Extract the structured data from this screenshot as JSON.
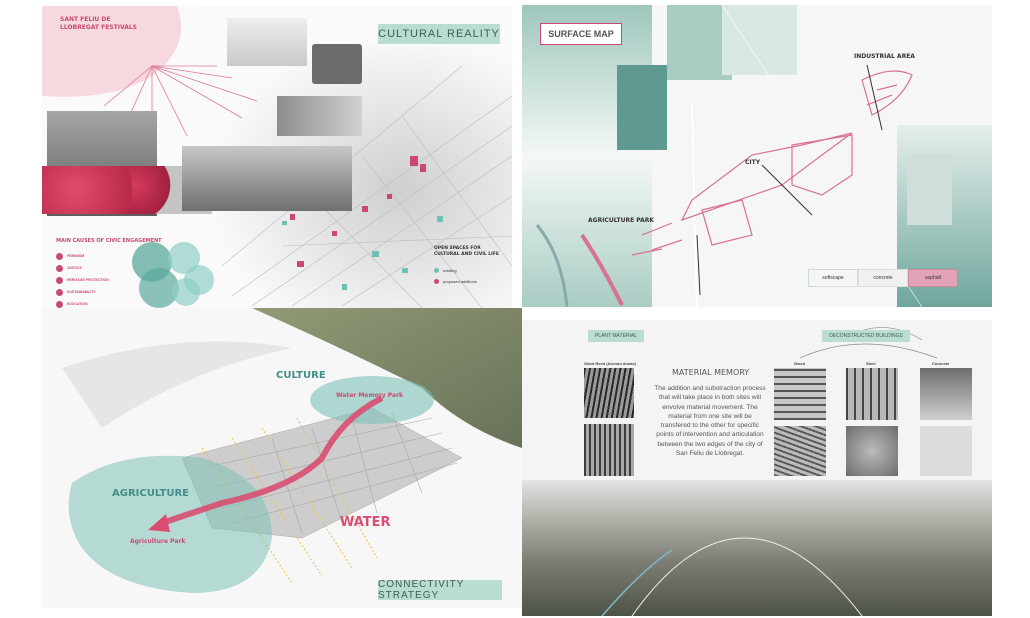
{
  "panel_cultural": {
    "festival_title": "SANT FELIU DE LLOBREGAT FESTIVALS",
    "tag": "CULTURAL REALITY",
    "civic_title": "MAIN CAUSES OF CIVIC ENGAGEMENT",
    "civic_causes": [
      "FEMINISM",
      "JUSTICE",
      "HERITAGE PROTECTION",
      "SUSTAINABILITY",
      "EDUCATION"
    ],
    "open_spaces_title": "OPEN SPACES FOR CULTURAL AND CIVIL LIFE",
    "legend": [
      {
        "label": "existing",
        "color": "#6fbfb2"
      },
      {
        "label": "proposed additions",
        "color": "#c94a6e"
      }
    ]
  },
  "panel_surface": {
    "tag": "SURFACE MAP",
    "labels": {
      "industrial": "INDUSTRIAL AREA",
      "city": "CITY",
      "agriculture": "AGRICULTURE PARK"
    },
    "legend": [
      {
        "label": "softscape",
        "color": "#f3f6f5"
      },
      {
        "label": "concrete",
        "color": "#f0f0f0"
      },
      {
        "label": "asphalt",
        "color": "#e3a3b6"
      }
    ]
  },
  "panel_connectivity": {
    "culture": "CULTURE",
    "water_memory_park": "Water Memory Park",
    "agriculture": "AGRICULTURE",
    "agriculture_park": "Agriculture Park",
    "water": "WATER",
    "tag": "CONNECTIVITY STRATEGY"
  },
  "panel_material": {
    "plant_tag": "PLANT MATERIAL",
    "buildings_tag": "DECONSTRUCTED BUILDINGS",
    "giant_reed": "Giant Reed (Arundo donax)",
    "title": "MATERIAL MEMORY",
    "body": "The addition and substraction process that will take place in both sites will envolve material movement. The material from one site will be transfered to the other for specific points of intervention and articulation between the two edges of the city of San Feliu de Llobregat.",
    "materials": [
      "Wood",
      "Steel",
      "Concrete"
    ]
  },
  "colors": {
    "teal": "#b9dcd3",
    "pink": "#c94a6e",
    "map_teal": "#4e8f86"
  }
}
